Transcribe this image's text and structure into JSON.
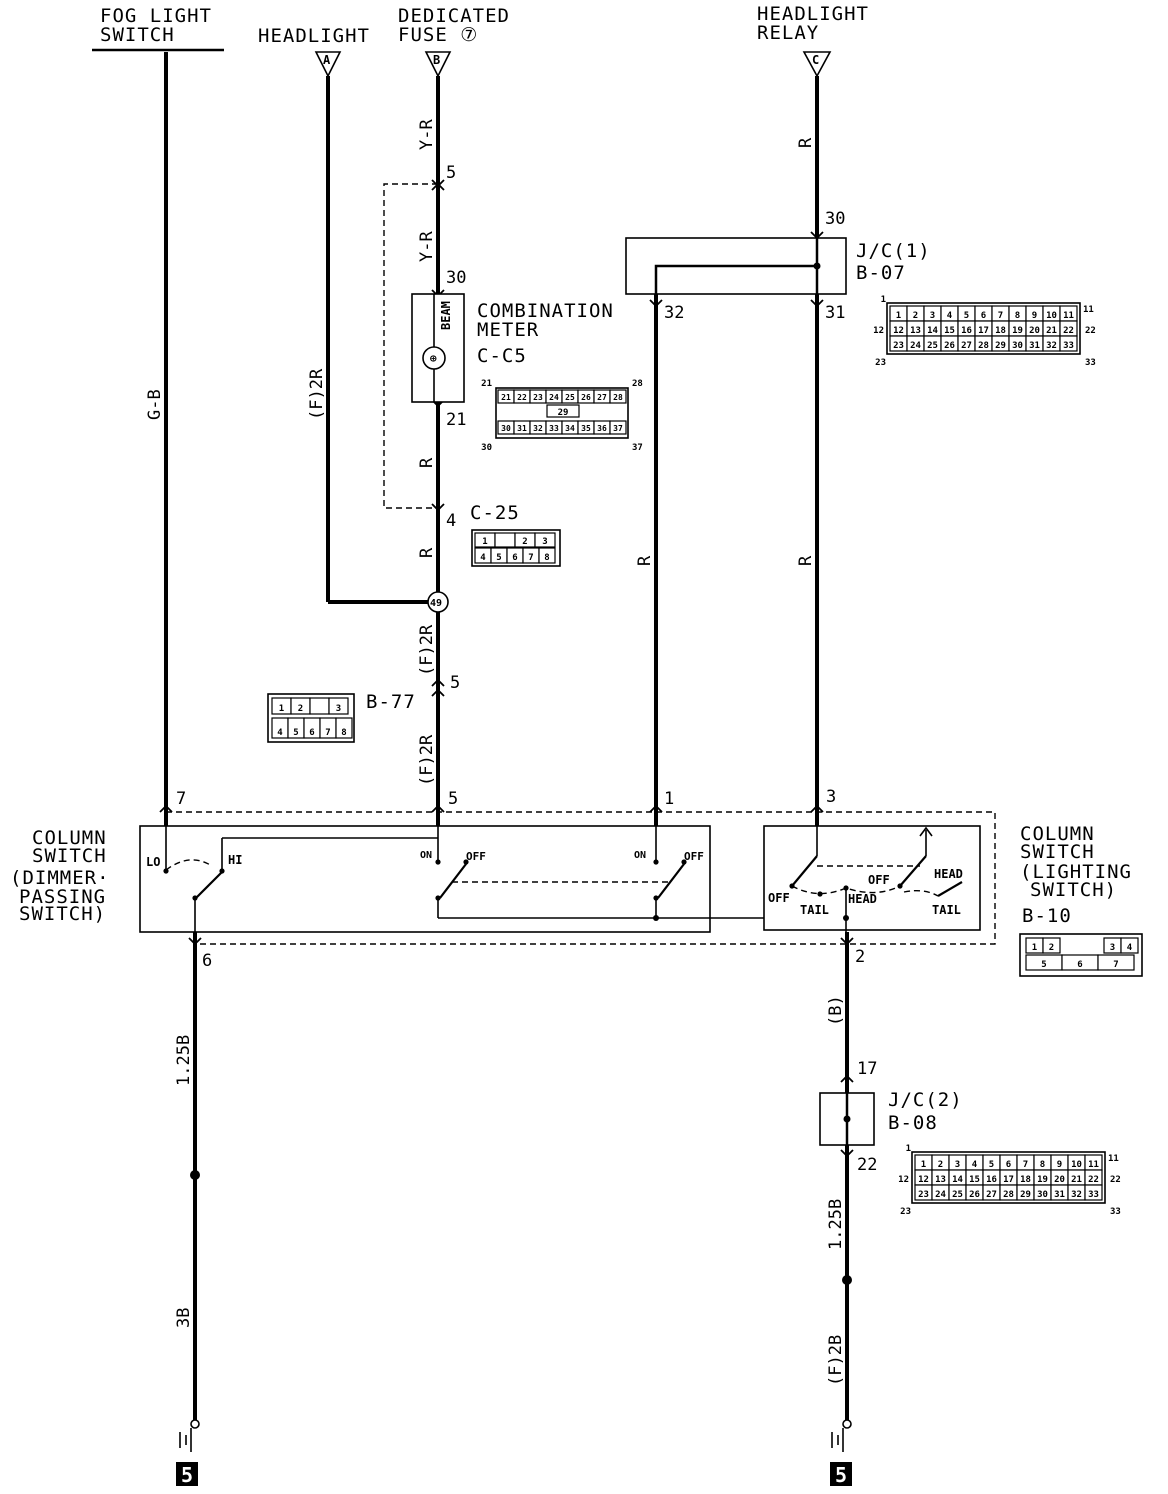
{
  "labels": {
    "fog_light_switch": [
      "FOG LIGHT",
      "SWITCH"
    ],
    "headlight": "HEADLIGHT",
    "dedicated_fuse": [
      "DEDICATED",
      "FUSE ⑦"
    ],
    "headlight_relay": [
      "HEADLIGHT",
      "RELAY"
    ],
    "combination_meter": [
      "COMBINATION",
      "METER",
      "C-C5"
    ],
    "beam": "BEAM",
    "jc1": [
      "J/C(1)",
      "B-07"
    ],
    "jc2": [
      "J/C(2)",
      "B-08"
    ],
    "c25": "C-25",
    "b77": "B-77",
    "column_switch_left": [
      "COLUMN",
      "SWITCH",
      "(DIMMER·",
      "PASSING",
      "SWITCH)"
    ],
    "column_switch_right": [
      "COLUMN",
      "SWITCH",
      "(LIGHTING",
      "SWITCH)",
      "B-10"
    ],
    "splice": "49",
    "ground": "5"
  },
  "terminals": {
    "A": "A",
    "B": "B",
    "C": "C"
  },
  "pins": {
    "fuse_5": "5",
    "meter_30": "30",
    "meter_21": "21",
    "c25_4": "4",
    "b77_5": "5",
    "cs_7": "7",
    "cs_5": "5",
    "cs_1": "1",
    "cs_3": "3",
    "cs_6": "6",
    "cs_2": "2",
    "jc1_30": "30",
    "jc1_32": "32",
    "jc1_31": "31",
    "jc2_17": "17",
    "jc2_22": "22"
  },
  "wires": {
    "gb": "G-B",
    "yr1": "Y-R",
    "yr2": "Y-R",
    "r_meter": "R",
    "r_c25": "R",
    "f2r_a": "(F)2R",
    "f2r_b": "(F)2R",
    "f2r_c": "(F)2R",
    "r_relay": "R",
    "r_32": "R",
    "r_31": "R",
    "b125_left": "1.25B",
    "b3_left": "3B",
    "b_right": "(B)",
    "b125_right": "1.25B",
    "f2b_right": "(F)2B"
  },
  "switch_labels": {
    "lo": "LO",
    "hi": "HI",
    "on1": "ON",
    "off1": "OFF",
    "on2": "ON",
    "off2": "OFF",
    "off3": "OFF",
    "tail1": "TAIL",
    "head1": "HEAD",
    "off4": "OFF",
    "head2": "HEAD",
    "tail2": "TAIL"
  },
  "connectors": {
    "cc5": {
      "top": [
        "21",
        "22",
        "23",
        "24",
        "25",
        "26",
        "27",
        "28"
      ],
      "mid": [
        "29"
      ],
      "bottom": [
        "30",
        "31",
        "32",
        "33",
        "34",
        "35",
        "36",
        "37"
      ],
      "edge": [
        "21",
        "28",
        "30",
        "37"
      ]
    },
    "c25": {
      "top": [
        "1",
        "",
        "2",
        "3"
      ],
      "bottom": [
        "4",
        "5",
        "6",
        "7",
        "8"
      ]
    },
    "b77": {
      "top": [
        "1",
        "2",
        "",
        "3"
      ],
      "bottom": [
        "4",
        "5",
        "6",
        "7",
        "8"
      ]
    },
    "b10": {
      "top": [
        "1",
        "2",
        "3",
        "4"
      ],
      "bottom": [
        "5",
        "6",
        "7"
      ]
    },
    "jc": {
      "row1": [
        "1",
        "2",
        "3",
        "4",
        "5",
        "6",
        "7",
        "8",
        "9",
        "10",
        "11"
      ],
      "row2": [
        "12",
        "13",
        "14",
        "15",
        "16",
        "17",
        "18",
        "19",
        "20",
        "21",
        "22"
      ],
      "row3": [
        "23",
        "24",
        "25",
        "26",
        "27",
        "28",
        "29",
        "30",
        "31",
        "32",
        "33"
      ],
      "edge": [
        "1",
        "11",
        "12",
        "22",
        "23",
        "33"
      ]
    }
  }
}
